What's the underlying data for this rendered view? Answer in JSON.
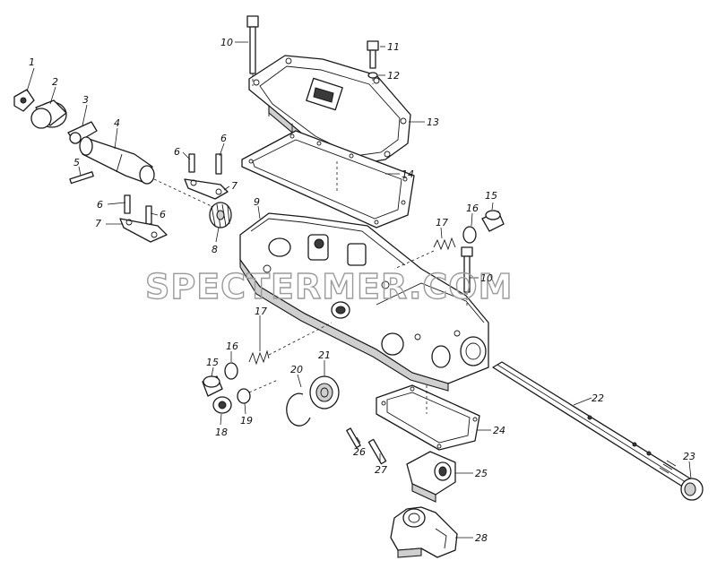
{
  "watermark": "SPECTERMER.COM",
  "callouts": {
    "c1": "1",
    "c2": "2",
    "c3": "3",
    "c4": "4",
    "c5": "5",
    "c6a": "6",
    "c6b": "6",
    "c6c": "6",
    "c6d": "6",
    "c7a": "7",
    "c7b": "7",
    "c8": "8",
    "c9": "9",
    "c10a": "10",
    "c10b": "10",
    "c11": "11",
    "c12": "12",
    "c13": "13",
    "c14": "14",
    "c15a": "15",
    "c15b": "15",
    "c16a": "16",
    "c16b": "16",
    "c17a": "17",
    "c17b": "17",
    "c18": "18",
    "c19": "19",
    "c20": "20",
    "c21": "21",
    "c22": "22",
    "c23": "23",
    "c24": "24",
    "c25": "25",
    "c26": "26",
    "c27": "27",
    "c28": "28"
  }
}
